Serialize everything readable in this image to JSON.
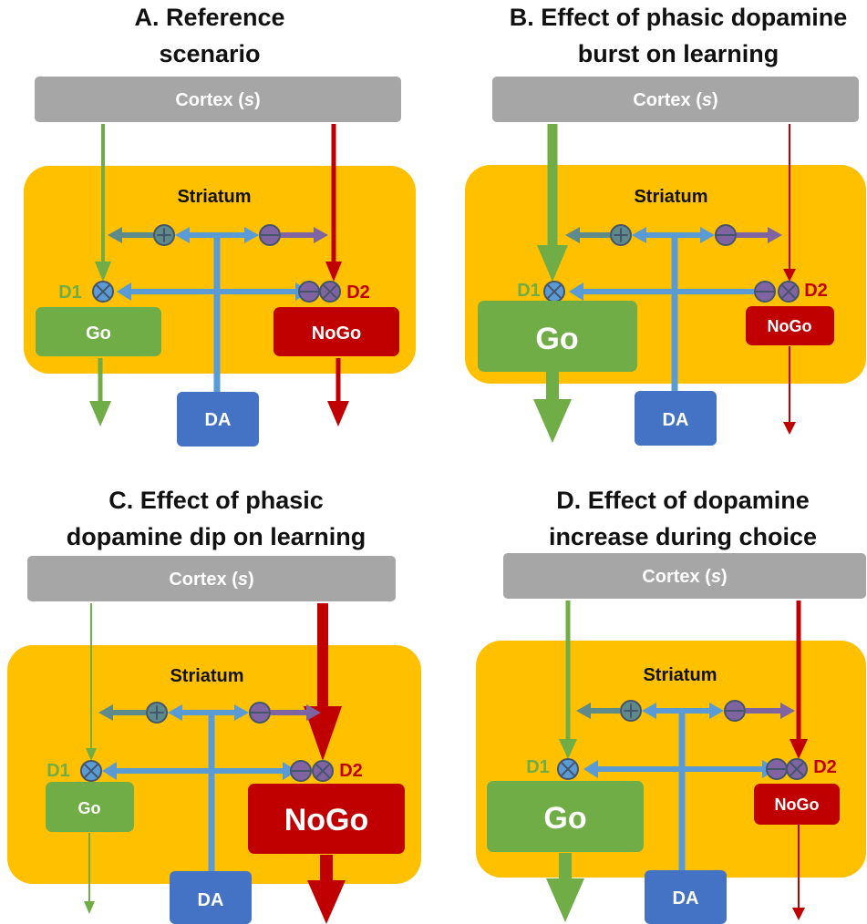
{
  "colors": {
    "cortex": "#a6a6a6",
    "striatum": "#ffc000",
    "go": "#70ad47",
    "nogo": "#c00000",
    "da": "#4472c4",
    "da_line": "#5b9bd5",
    "d1_label": "#70ad47",
    "d2_label": "#c00000",
    "plus_arrow": "#5f8a8b",
    "minus_arrow": "#8064a2"
  },
  "panels": [
    {
      "id": "A",
      "title_line1": "A. Reference",
      "title_line2": "scenario",
      "cortex": "Cortex",
      "cortex_s": "s",
      "striatum": "Striatum",
      "d1": "D1",
      "d2": "D2",
      "go": "Go",
      "nogo": "NoGo",
      "da": "DA",
      "pathway_strength": {
        "go": "medium",
        "nogo": "medium"
      }
    },
    {
      "id": "B",
      "title_line1": "B. Effect of phasic dopamine",
      "title_line2": "burst on learning",
      "cortex": "Cortex",
      "cortex_s": "s",
      "striatum": "Striatum",
      "d1": "D1",
      "d2": "D2",
      "go": "Go",
      "nogo": "NoGo",
      "da": "DA",
      "pathway_strength": {
        "go": "strong",
        "nogo": "weak"
      }
    },
    {
      "id": "C",
      "title_line1": "C. Effect of phasic",
      "title_line2": "dopamine dip on learning",
      "cortex": "Cortex",
      "cortex_s": "s",
      "striatum": "Striatum",
      "d1": "D1",
      "d2": "D2",
      "go": "Go",
      "nogo": "NoGo",
      "da": "DA",
      "pathway_strength": {
        "go": "weak",
        "nogo": "strong"
      }
    },
    {
      "id": "D",
      "title_line1": "D. Effect of dopamine",
      "title_line2": "increase during choice",
      "cortex": "Cortex",
      "cortex_s": "s",
      "striatum": "Striatum",
      "d1": "D1",
      "d2": "D2",
      "go": "Go",
      "nogo": "NoGo",
      "da": "DA",
      "pathway_strength": {
        "go": "strong",
        "nogo": "weak"
      }
    }
  ]
}
